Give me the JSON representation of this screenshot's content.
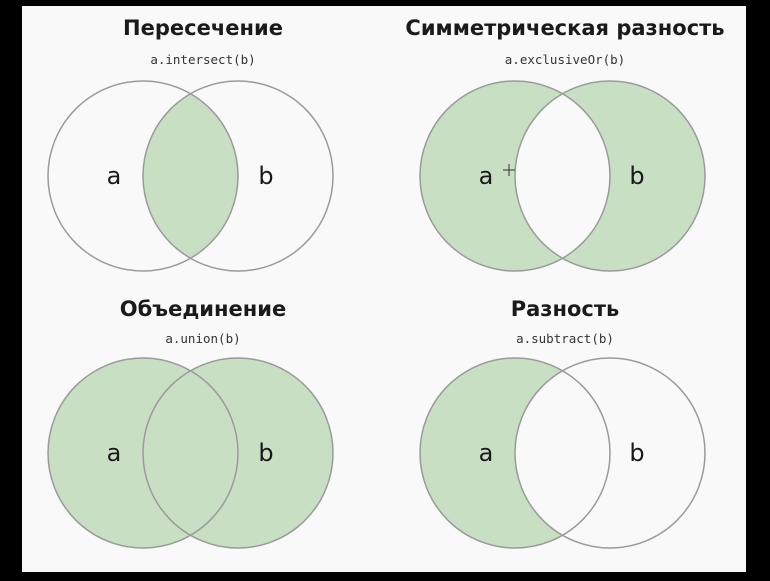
{
  "colors": {
    "slide_background": "#f9f9f9",
    "frame": "#000000",
    "fill": "#c8dfc4",
    "circle_stroke": "#9a9a9a",
    "text": "#1a1a1a"
  },
  "panels": [
    {
      "id": "intersect",
      "title": "Пересечение",
      "code": "a.intersect(b)",
      "left_label": "a",
      "right_label": "b",
      "shaded_region": "intersection"
    },
    {
      "id": "exclusive-or",
      "title": "Симметрическая разность",
      "code": "a.exclusiveOr(b)",
      "left_label": "a",
      "right_label": "b",
      "shaded_region": "symmetric-difference",
      "cursor_icon": "crosshair-cursor-icon"
    },
    {
      "id": "union",
      "title": "Объединение",
      "code": "a.union(b)",
      "left_label": "a",
      "right_label": "b",
      "shaded_region": "union"
    },
    {
      "id": "subtract",
      "title": "Разность",
      "code": "a.subtract(b)",
      "left_label": "a",
      "right_label": "b",
      "shaded_region": "difference"
    }
  ]
}
